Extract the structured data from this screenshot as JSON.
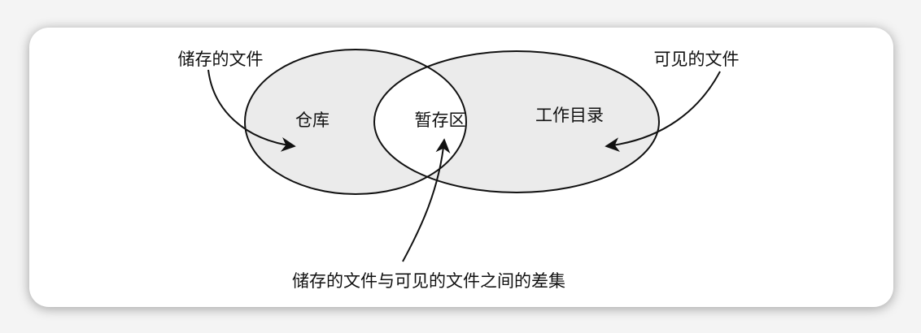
{
  "diagram": {
    "labels": {
      "repository": "仓库",
      "staging": "暂存区",
      "working_dir": "工作目录",
      "stored_files": "储存的文件",
      "visible_files": "可见的文件",
      "difference": "储存的文件与可见的文件之间的差集"
    },
    "colors": {
      "fill": "#ebebeb",
      "stroke": "#111111",
      "background": "#ffffff"
    }
  }
}
